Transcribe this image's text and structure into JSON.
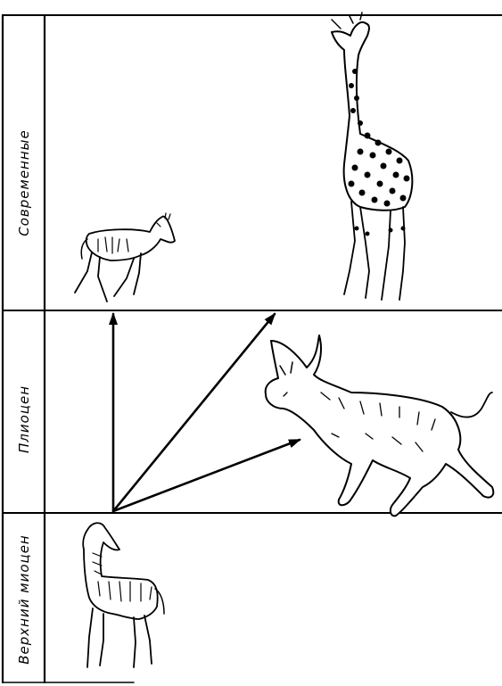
{
  "periods": [
    {
      "id": "modern",
      "label": "Современные"
    },
    {
      "id": "pliocene",
      "label": "Плиоцен"
    },
    {
      "id": "upper-miocene",
      "label": "Верхний миоцен"
    }
  ],
  "colors": {
    "ink": "#000000",
    "background": "#ffffff"
  },
  "icons": [
    "young-giraffe-icon",
    "modern-giraffe-icon",
    "sivatherium-icon",
    "palaeotragus-icon"
  ]
}
